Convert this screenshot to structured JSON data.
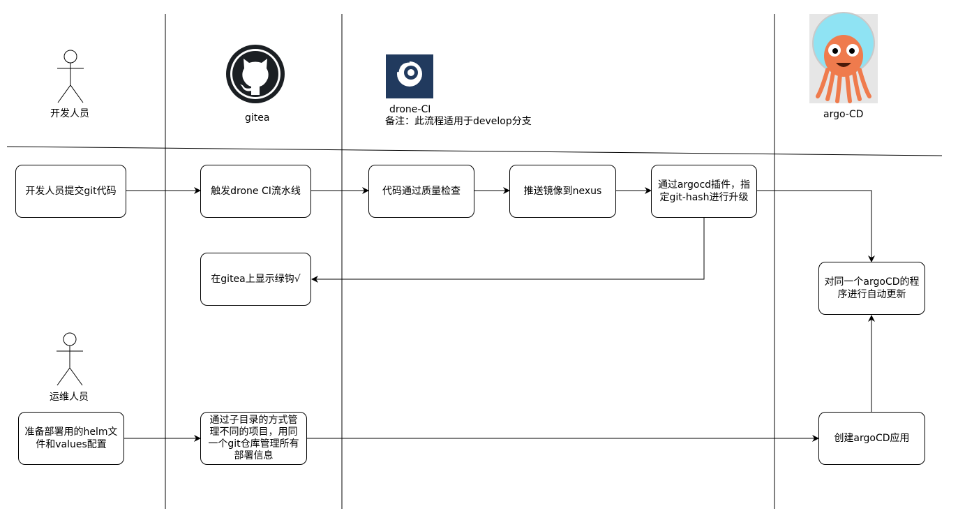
{
  "actors": {
    "developer": "开发人员",
    "ops": "运维人员"
  },
  "lanes": {
    "gitea": "gitea",
    "drone": "drone-CI",
    "argo": "argo-CD"
  },
  "note": "备注：此流程适用于develop分支",
  "boxes": {
    "dev_commit": "开发人员提交git代码",
    "trigger_ci": "触发drone CI流水线",
    "quality_check": "代码通过质量检查",
    "push_image": "推送镜像到nexus",
    "argocd_plugin": "通过argocd插件，指定git-hash进行升级",
    "gitea_check": "在gitea上显示绿钩√",
    "auto_update": "对同一个argoCD的程序进行自动更新",
    "prepare_helm": "准备部署用的helm文件和values配置",
    "manage_repo": "通过子目录的方式管理不同的项目，用同一个git仓库管理所有部署信息",
    "create_app": "创建argoCD应用"
  },
  "icons": {
    "gitea": "github-octocat-icon",
    "drone": "drone-ci-icon",
    "argo": "argo-octopus-icon",
    "actor": "stick-figure-icon"
  },
  "colors": {
    "drone_bg": "#213A5E",
    "argo_body": "#EF7B4D",
    "argo_helmet": "#8FE3F3",
    "argo_bg": "#E6E6E6"
  }
}
